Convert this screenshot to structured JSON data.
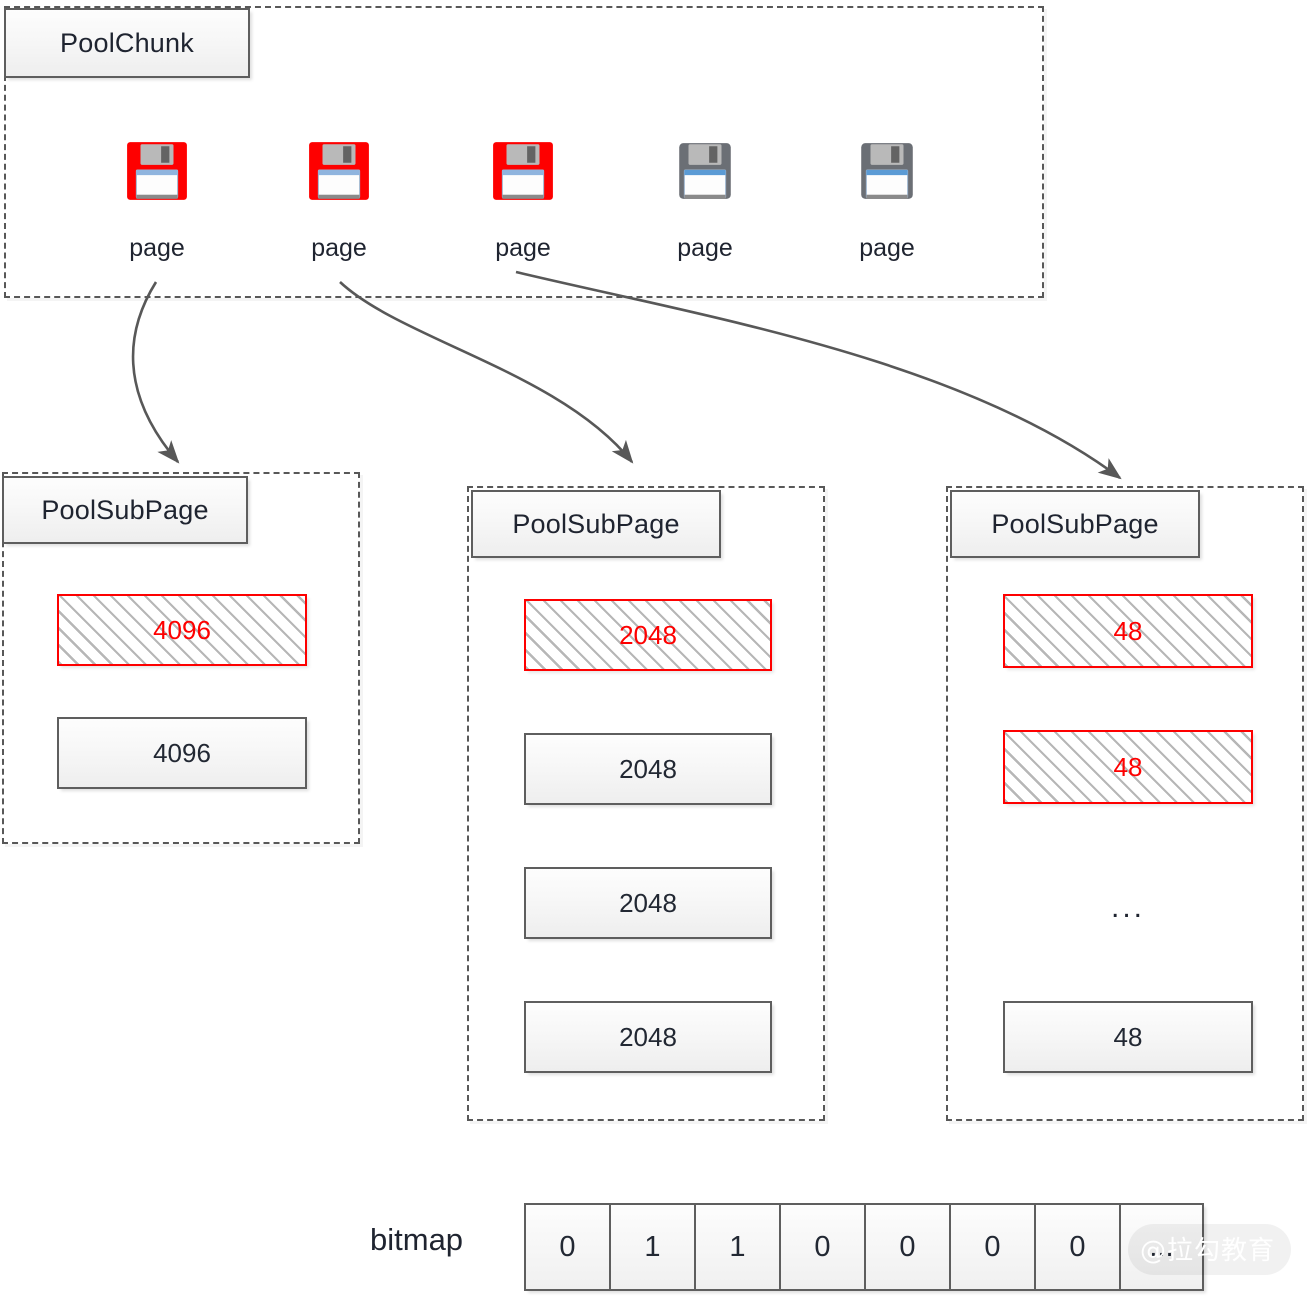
{
  "chunk": {
    "title": "PoolChunk",
    "pages": [
      {
        "label": "page",
        "state": "allocated",
        "icon": "floppy-disk-icon-red"
      },
      {
        "label": "page",
        "state": "allocated",
        "icon": "floppy-disk-icon-red"
      },
      {
        "label": "page",
        "state": "allocated",
        "icon": "floppy-disk-icon-red"
      },
      {
        "label": "page",
        "state": "free",
        "icon": "floppy-disk-icon-gray"
      },
      {
        "label": "page",
        "state": "free",
        "icon": "floppy-disk-icon-gray"
      }
    ]
  },
  "subpages": [
    {
      "title": "PoolSubPage",
      "slots": [
        {
          "text": "4096",
          "style": "hatched"
        },
        {
          "text": "4096",
          "style": "plain"
        }
      ]
    },
    {
      "title": "PoolSubPage",
      "slots": [
        {
          "text": "2048",
          "style": "hatched"
        },
        {
          "text": "2048",
          "style": "plain"
        },
        {
          "text": "2048",
          "style": "plain"
        },
        {
          "text": "2048",
          "style": "plain"
        }
      ]
    },
    {
      "title": "PoolSubPage",
      "slots": [
        {
          "text": "48",
          "style": "hatched"
        },
        {
          "text": "48",
          "style": "hatched"
        },
        {
          "text": "...",
          "style": "ellipsis"
        },
        {
          "text": "48",
          "style": "plain"
        }
      ]
    }
  ],
  "bitmap": {
    "label": "bitmap",
    "cells": [
      "0",
      "1",
      "1",
      "0",
      "0",
      "0",
      "0",
      "..."
    ]
  },
  "watermark": {
    "text": "@拉勾教育"
  },
  "colors": {
    "allocated_red": "#fe0000",
    "box_border_gray": "#5e5e5e",
    "dash_gray": "#585858",
    "text_dark": "#1f2430"
  }
}
